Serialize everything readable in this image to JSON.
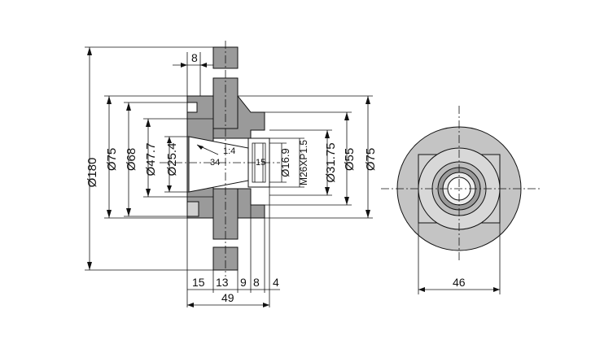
{
  "colors": {
    "part_fill": "#9a9a9a",
    "part_dark": "#6e6e6e",
    "face_fill": "#bdbdbd",
    "face_light": "#d2d2d2",
    "bore_fill": "#ececec",
    "shaft_fill": "#9a9a9a",
    "line": "#111111"
  },
  "labels": {
    "dia_180": "Ø180",
    "dia_75_left": "Ø75",
    "dia_68": "Ø68",
    "dia_47_7": "Ø47.7",
    "dia_25_4": "Ø25.4",
    "taper_ratio": "1:4",
    "taper_length": "34",
    "thread_length": "15",
    "dia_16_9": "Ø16.9",
    "thread": "M26XP1.5",
    "dia_31_75": "Ø31.75",
    "dia_55": "Ø55",
    "dia_75_right": "Ø75",
    "top_width": "8",
    "bottom_dims": [
      "15",
      "13",
      "9",
      "8",
      "4"
    ],
    "overall_length": "49",
    "flat_width": "46"
  }
}
